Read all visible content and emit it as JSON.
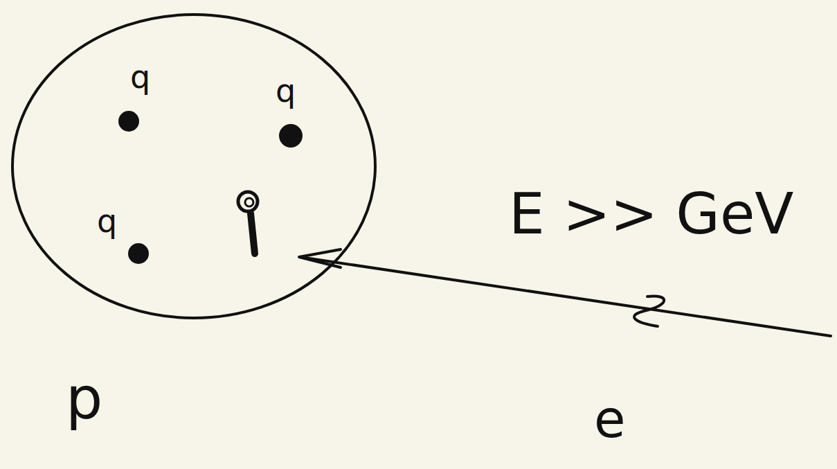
{
  "diagram": {
    "nodes": [
      {
        "text": [
          "p"
        ]
      }
    ],
    "labels": [
      "q",
      "q",
      "q",
      "E >> GeV",
      "e"
    ]
  }
}
